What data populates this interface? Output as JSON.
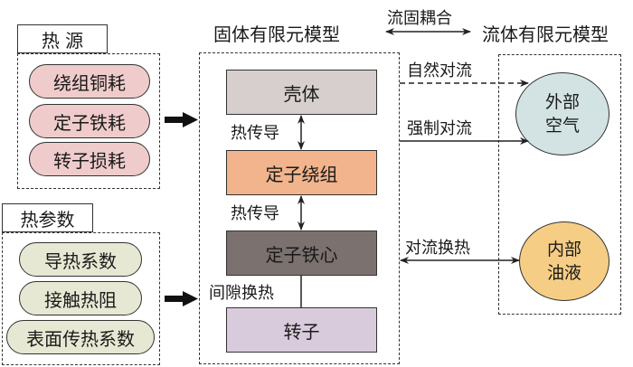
{
  "heat_source": {
    "title": "热 源",
    "items": [
      "绕组铜耗",
      "定子铁耗",
      "转子损耗"
    ],
    "fill_color": "#efcccb"
  },
  "thermal_params": {
    "title": "热参数",
    "items": [
      "导热系数",
      "接触热阻",
      "表面传热系数"
    ],
    "fill_color": "#e7e8d3"
  },
  "solid_model": {
    "title": "固体有限元模型",
    "blocks": [
      {
        "label": "壳体",
        "color": "#d6cfcd"
      },
      {
        "label": "定子绕组",
        "color": "#f1b48c"
      },
      {
        "label": "定子铁心",
        "color": "#7b716f"
      },
      {
        "label": "转子",
        "color": "#d8ccdc"
      }
    ],
    "links": [
      "热传导",
      "热传导",
      "间隙换热"
    ]
  },
  "coupling": {
    "label": "流固耦合"
  },
  "fluid_model": {
    "title": "流体有限元模型",
    "nodes": [
      {
        "line1": "外部",
        "line2": "空气",
        "color": "#d3e3e3"
      },
      {
        "line1": "内部",
        "line2": "油液",
        "color": "#f6cd85"
      }
    ]
  },
  "connections": {
    "natural_convection": "自然对流",
    "forced_convection": "强制对流",
    "convective_heat_transfer": "对流换热"
  }
}
